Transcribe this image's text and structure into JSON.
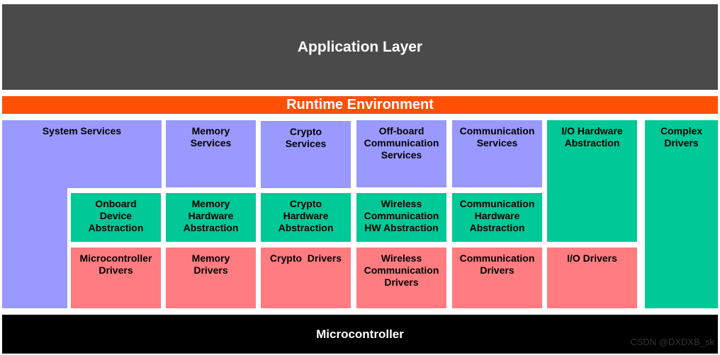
{
  "colors": {
    "application": "#4a4a4a",
    "runtime": "#ff5005",
    "services": "#9a99ff",
    "abstraction": "#00c896",
    "drivers": "#ff7c80",
    "microcontroller": "#000000"
  },
  "layers": {
    "application": "Application Layer",
    "runtime": "Runtime Environment",
    "microcontroller": "Microcontroller"
  },
  "services": {
    "system": "System Services",
    "memory": "Memory\nServices",
    "crypto": "Crypto\nServices",
    "offboard": "Off-board\nCommunication\nServices",
    "communication": "Communication\nServices"
  },
  "abstraction": {
    "onboard": "Onboard\nDevice\nAbstraction",
    "memory": "Memory\nHardware\nAbstraction",
    "crypto": "Crypto\nHardware\nAbstraction",
    "wireless": "Wireless\nCommunication\nHW Abstraction",
    "communication": "Communication\nHardware\nAbstraction",
    "io": "I/O Hardware\nAbstraction"
  },
  "drivers": {
    "microcontroller": "Microcontroller\nDrivers",
    "memory": "Memory\nDrivers",
    "crypto": "Crypto  Drivers",
    "wireless": "Wireless\nCommunication\nDrivers",
    "communication": "Communication\nDrivers",
    "io": "I/O Drivers"
  },
  "complex": "Complex\nDrivers",
  "watermark": "CSDN @DXDXB_sk"
}
